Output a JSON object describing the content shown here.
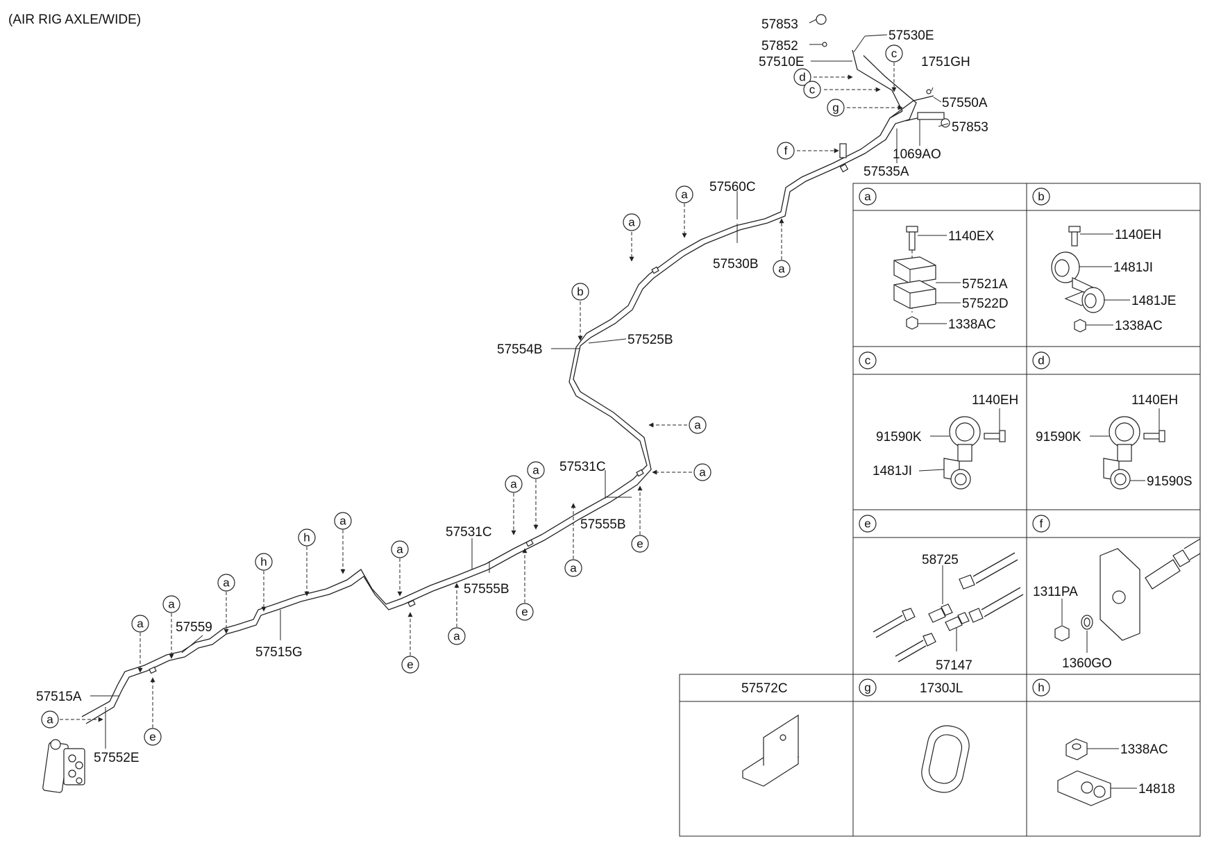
{
  "title": "(AIR RIG AXLE/WIDE)",
  "callouts": [
    {
      "id": "57853-top",
      "text": "57853"
    },
    {
      "id": "57852",
      "text": "57852"
    },
    {
      "id": "57530E",
      "text": "57530E"
    },
    {
      "id": "57510E",
      "text": "57510E"
    },
    {
      "id": "1751GH",
      "text": "1751GH"
    },
    {
      "id": "57550A",
      "text": "57550A"
    },
    {
      "id": "57853-mid",
      "text": "57853"
    },
    {
      "id": "1069AO",
      "text": "1069AO"
    },
    {
      "id": "57535A",
      "text": "57535A"
    },
    {
      "id": "57560C",
      "text": "57560C"
    },
    {
      "id": "57530B",
      "text": "57530B"
    },
    {
      "id": "57554B",
      "text": "57554B"
    },
    {
      "id": "57525B",
      "text": "57525B"
    },
    {
      "id": "57531C-r",
      "text": "57531C"
    },
    {
      "id": "57555B-r",
      "text": "57555B"
    },
    {
      "id": "57531C-l",
      "text": "57531C"
    },
    {
      "id": "57555B-l",
      "text": "57555B"
    },
    {
      "id": "57559",
      "text": "57559"
    },
    {
      "id": "57515G",
      "text": "57515G"
    },
    {
      "id": "57515A",
      "text": "57515A"
    },
    {
      "id": "57552E",
      "text": "57552E"
    }
  ],
  "panels": {
    "a": {
      "letter": "a",
      "parts": [
        "1140EX",
        "57521A",
        "57522D",
        "1338AC"
      ]
    },
    "b": {
      "letter": "b",
      "parts": [
        "1140EH",
        "1481JI",
        "1481JE",
        "1338AC"
      ]
    },
    "c": {
      "letter": "c",
      "parts": [
        "1140EH",
        "91590K",
        "1481JI"
      ]
    },
    "d": {
      "letter": "d",
      "parts": [
        "1140EH",
        "91590K",
        "91590S"
      ]
    },
    "e": {
      "letter": "e",
      "parts": [
        "58725",
        "57147"
      ]
    },
    "f": {
      "letter": "f",
      "parts": [
        "1311PA",
        "1360GO"
      ]
    },
    "g": {
      "letter": "g",
      "header": "1730JL"
    },
    "h": {
      "letter": "h",
      "parts": [
        "1338AC",
        "14818"
      ]
    },
    "plain": {
      "header": "57572C"
    }
  }
}
